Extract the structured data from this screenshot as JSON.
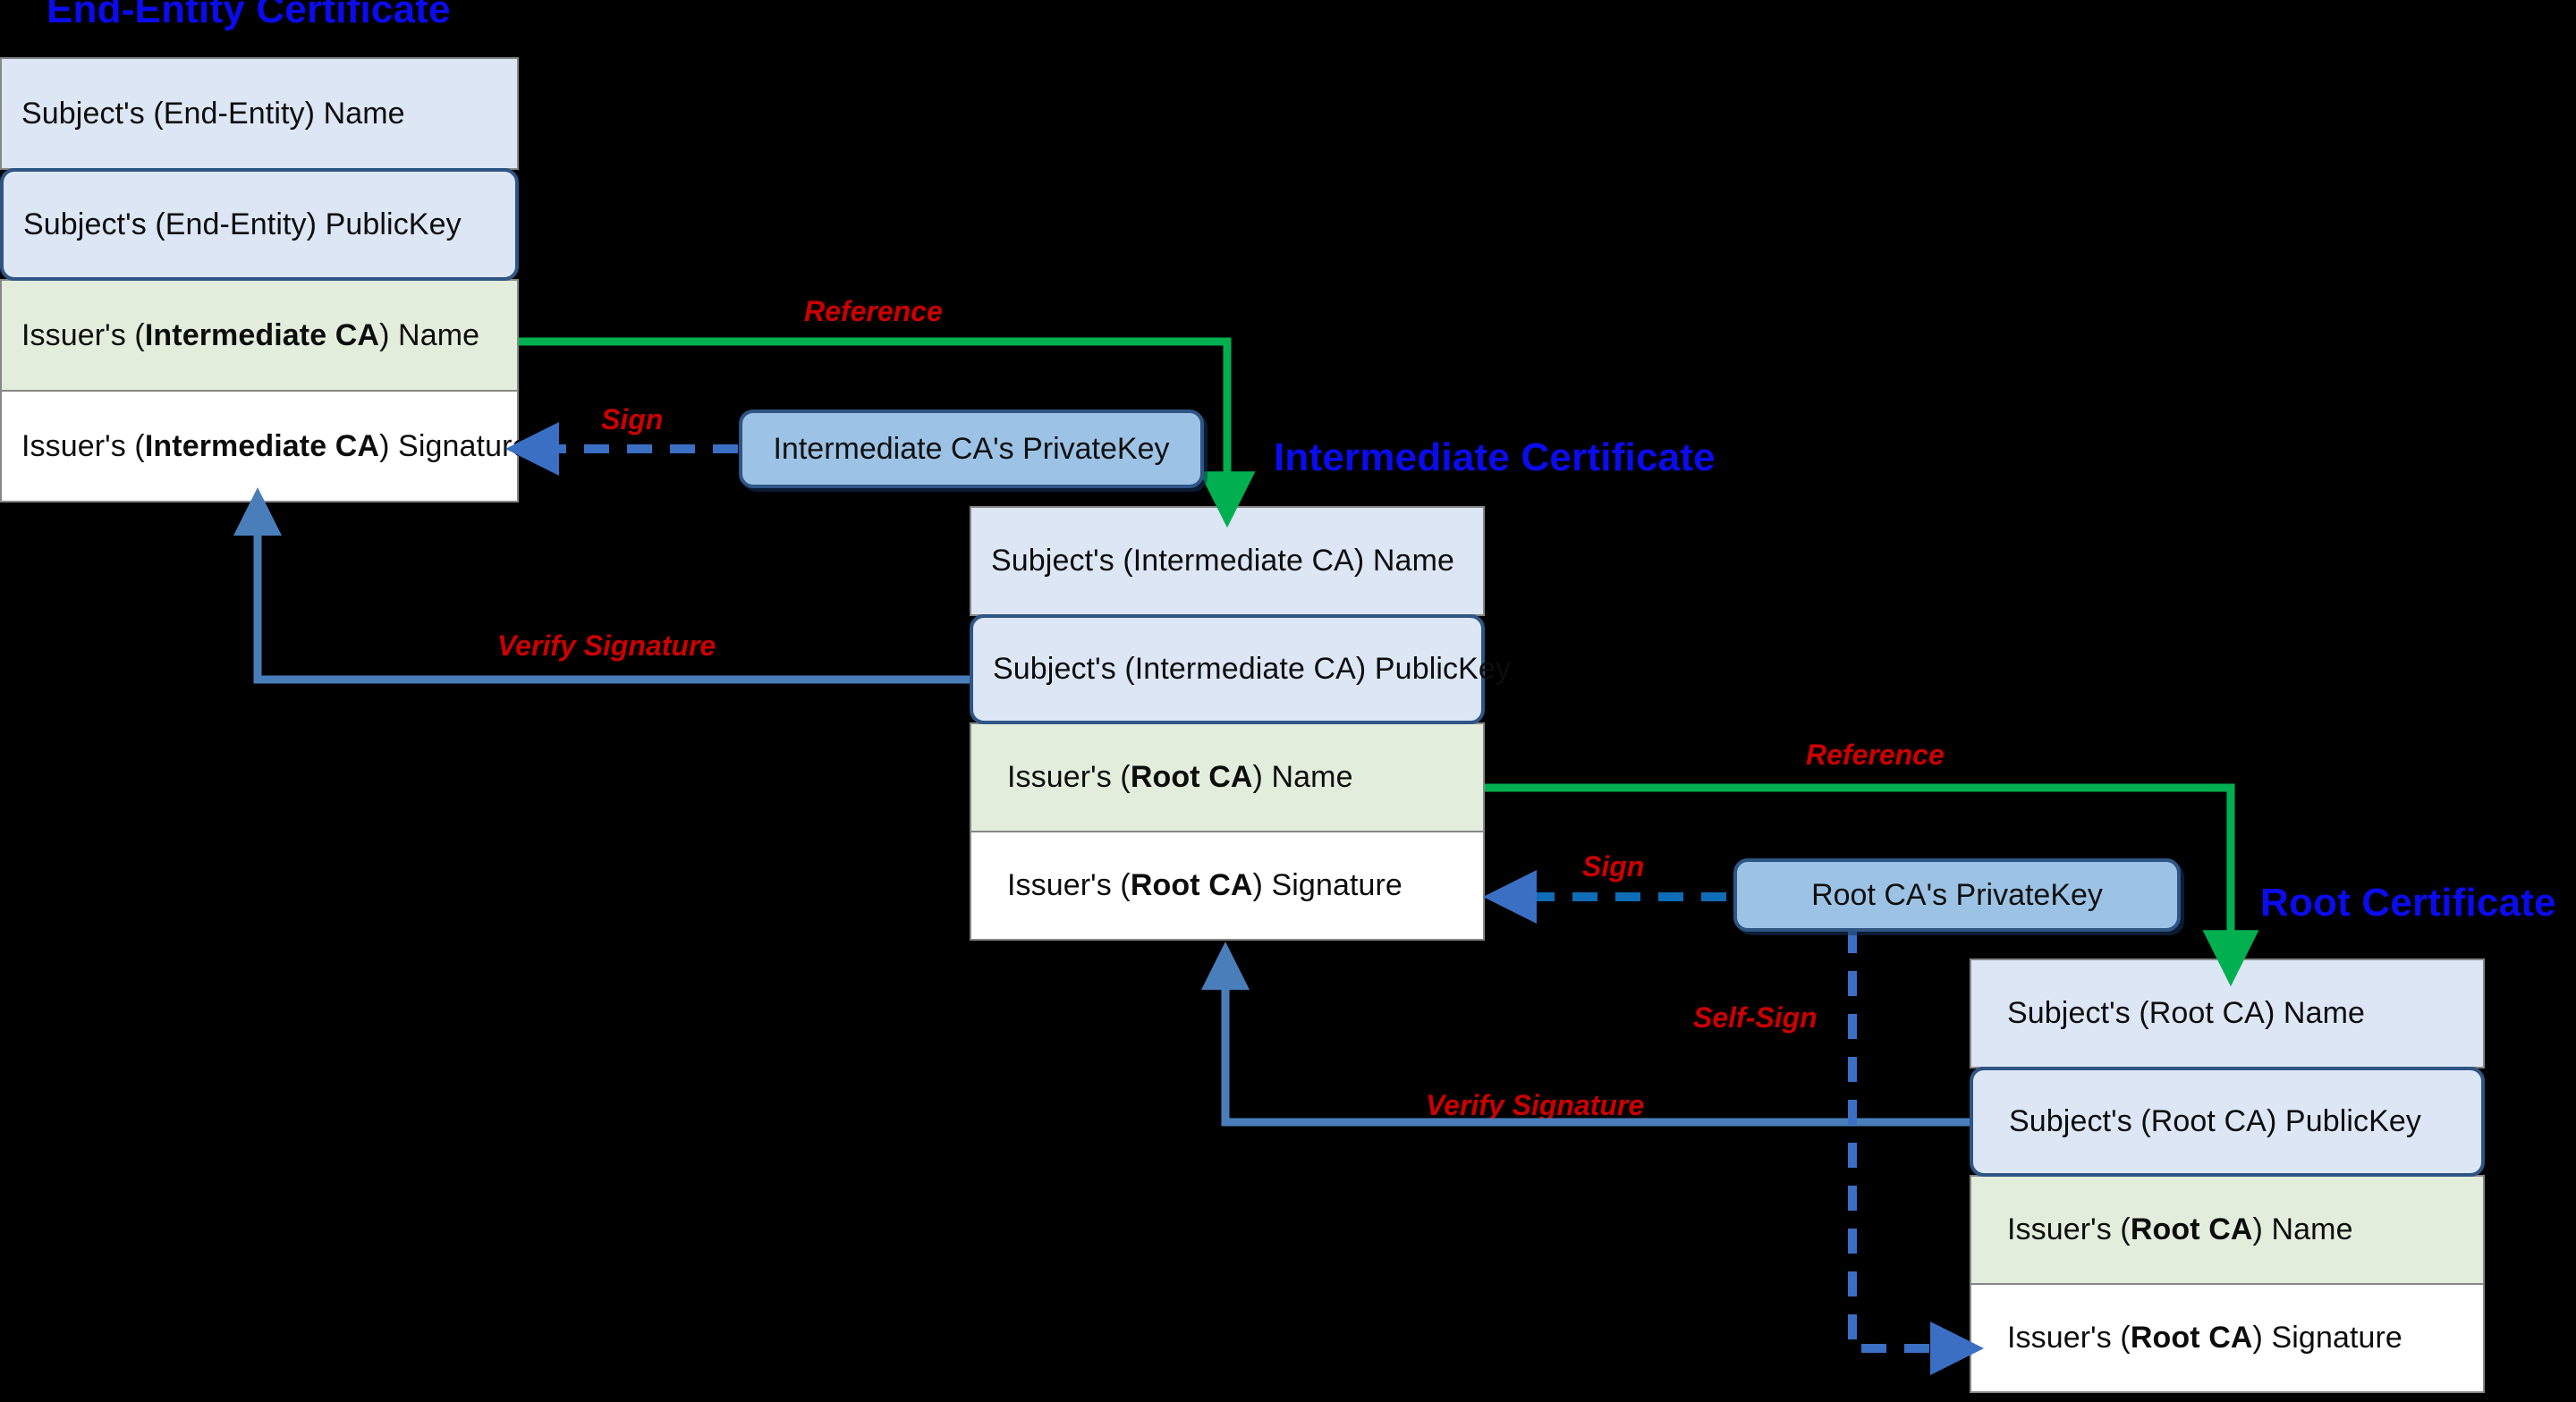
{
  "diagram": {
    "title_color": "#0b0bf0",
    "label_color": "#cc0000",
    "reference_color": "#00b050",
    "sign_color": "#3a6fc4",
    "verify_color": "#4a7ebb"
  },
  "certificates": [
    {
      "id": "end-entity",
      "title": "End-Entity Certificate",
      "rows": [
        {
          "kind": "subject-name",
          "text": "Subject's (End-Entity) Name"
        },
        {
          "kind": "subject-key",
          "text": "Subject's (End-Entity) PublicKey"
        },
        {
          "kind": "issuer-name",
          "prefix": "Issuer's (",
          "bold": "Intermediate CA",
          "suffix": ") Name"
        },
        {
          "kind": "issuer-sig",
          "prefix": "Issuer's (",
          "bold": "Intermediate CA",
          "suffix": ") Signature"
        }
      ]
    },
    {
      "id": "intermediate",
      "title": "Intermediate Certificate",
      "rows": [
        {
          "kind": "subject-name",
          "text": "Subject's (Intermediate CA) Name"
        },
        {
          "kind": "subject-key",
          "text": "Subject's (Intermediate CA) PublicKey"
        },
        {
          "kind": "issuer-name",
          "prefix": "Issuer's (",
          "bold": "Root CA",
          "suffix": ") Name"
        },
        {
          "kind": "issuer-sig",
          "prefix": "Issuer's (",
          "bold": "Root CA",
          "suffix": ") Signature"
        }
      ]
    },
    {
      "id": "root",
      "title": "Root Certificate",
      "rows": [
        {
          "kind": "subject-name",
          "text": "Subject's (Root CA) Name"
        },
        {
          "kind": "subject-key",
          "text": "Subject's (Root CA) PublicKey"
        },
        {
          "kind": "issuer-name",
          "prefix": "Issuer's (",
          "bold": "Root CA",
          "suffix": ") Name"
        },
        {
          "kind": "issuer-sig",
          "prefix": "Issuer's (",
          "bold": "Root CA",
          "suffix": ") Signature"
        }
      ]
    }
  ],
  "private_keys": [
    {
      "id": "intermediate-privkey",
      "label": "Intermediate CA's PrivateKey"
    },
    {
      "id": "root-privkey",
      "label": "Root CA's PrivateKey"
    }
  ],
  "edges": [
    {
      "id": "reference-ee-to-int",
      "label": "Reference",
      "type": "reference"
    },
    {
      "id": "sign-int-to-ee",
      "label": "Sign",
      "type": "sign"
    },
    {
      "id": "verify-int-to-ee",
      "label": "Verify Signature",
      "type": "verify"
    },
    {
      "id": "reference-int-to-root",
      "label": "Reference",
      "type": "reference"
    },
    {
      "id": "sign-root-to-int",
      "label": "Sign",
      "type": "sign"
    },
    {
      "id": "verify-root-to-int",
      "label": "Verify Signature",
      "type": "verify"
    },
    {
      "id": "self-sign-root",
      "label": "Self-Sign",
      "type": "sign"
    }
  ]
}
